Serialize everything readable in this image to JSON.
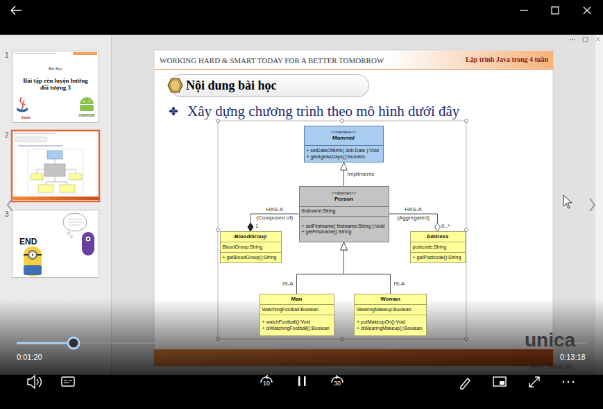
{
  "diagram": {
    "nodes": [
      {
        "text": [
          "Bài Học",
          "Bài tập rèn luyện hướng đối tượng 3",
          "Java",
          "ANDROID"
        ]
      },
      {
        "text": [
          "END"
        ]
      },
      {
        "text": [
          "WORKING HARD & SMART TODAY FOR A BETTER TOMORROW",
          "Xây dựng chương trình theo mô hình dưới đây"
        ]
      },
      {
        "text": [
          "Lập trình Java trong 4 tuần"
        ],
        "in": 2
      },
      {
        "text": [
          "Nội dung bài học"
        ],
        "in": 2
      },
      {
        "text": [
          "<<interface>>",
          "Mammal",
          "+ setDateOfBirth( dob:Date ):Void",
          "+ getAgeAsDays():Numeric"
        ],
        "in": 2
      },
      {
        "text": [
          "<<abstract>>",
          "Person",
          "firstname:String",
          "+ setFirstname( firstname:String ):Void",
          "+ getFirstname():String"
        ],
        "in": 2
      },
      {
        "text": [
          "BloodGroup",
          "BloodGroup:String",
          "+ getBloodGroup():String"
        ],
        "in": 2
      },
      {
        "text": [
          "Address",
          "postcode:String",
          "+ getPostcode():String"
        ],
        "in": 2
      },
      {
        "text": [
          "Man",
          "WatchingFootball:Boolean",
          "+ watchFootball():Void",
          "+ isWatchingFootball():Boolean"
        ],
        "in": 2
      },
      {
        "text": [
          "Woman",
          "WearingMakeup:Boolean",
          "+ putMakeupOn():Void",
          "+ isWearingMakeup():Boolean"
        ],
        "in": 2
      }
    ],
    "edges": [
      {
        "from": 6,
        "to": 5,
        "arrow": "to",
        "label": "Impliments"
      },
      {
        "from": 6,
        "to": 7,
        "arrow": "to",
        "label": "HAS-A (Composed of)"
      },
      {
        "from": 6,
        "to": 8,
        "arrow": "to",
        "label": "HAS-A (Aggregated)"
      },
      {
        "from": 9,
        "to": 6,
        "arrow": "to",
        "label": "IS-A"
      },
      {
        "from": 10,
        "to": 6,
        "arrow": "to",
        "label": "IS-A"
      }
    ],
    "labels": [
      "1",
      "2",
      "3",
      "1",
      "0..*",
      "0:01:20",
      "0:13:18",
      "unica",
      "www.unica.vn",
      "10",
      "30"
    ]
  }
}
